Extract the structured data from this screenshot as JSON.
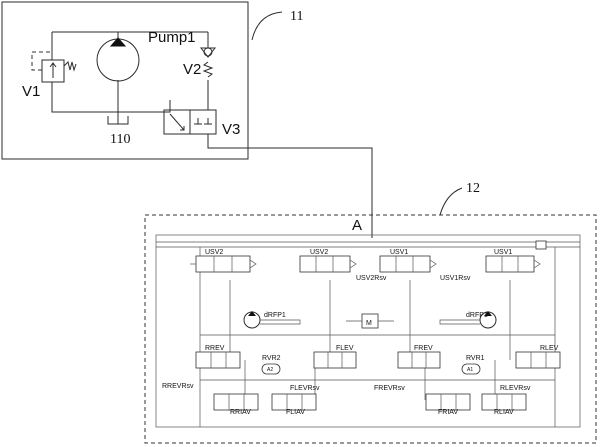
{
  "labels": {
    "callout_11": "11",
    "callout_12": "12",
    "pump1": "Pump1",
    "v1": "V1",
    "v2": "V2",
    "v3": "V3",
    "tank_110": "110",
    "a": "A",
    "motor": "M"
  },
  "valves": {
    "usv2_left": "USV2",
    "usv2_right": "USV2",
    "usv2rsv": "USV2Rsv",
    "usv1_left": "USV1",
    "usv1_right": "USV1",
    "usv1rsv": "USV1Rsv",
    "drfp1_left": "dRFP1",
    "drfp1_right": "dRFP1",
    "rrev": "RREV",
    "rrevrsv": "RREVRsv",
    "rvr2": "RVR2",
    "a2": "A2",
    "flev": "FLEV",
    "frev": "FREV",
    "rvr1": "RVR1",
    "a1": "A1",
    "rlev": "RLEV",
    "flevrsv": "FLEVRsv",
    "frevrsv": "FREVRsv",
    "rlevrsv": "RLEVRsv",
    "rriav": "RRIAV",
    "fliav": "FLIAV",
    "friav": "FRIAV",
    "rliav": "RLIAV"
  }
}
